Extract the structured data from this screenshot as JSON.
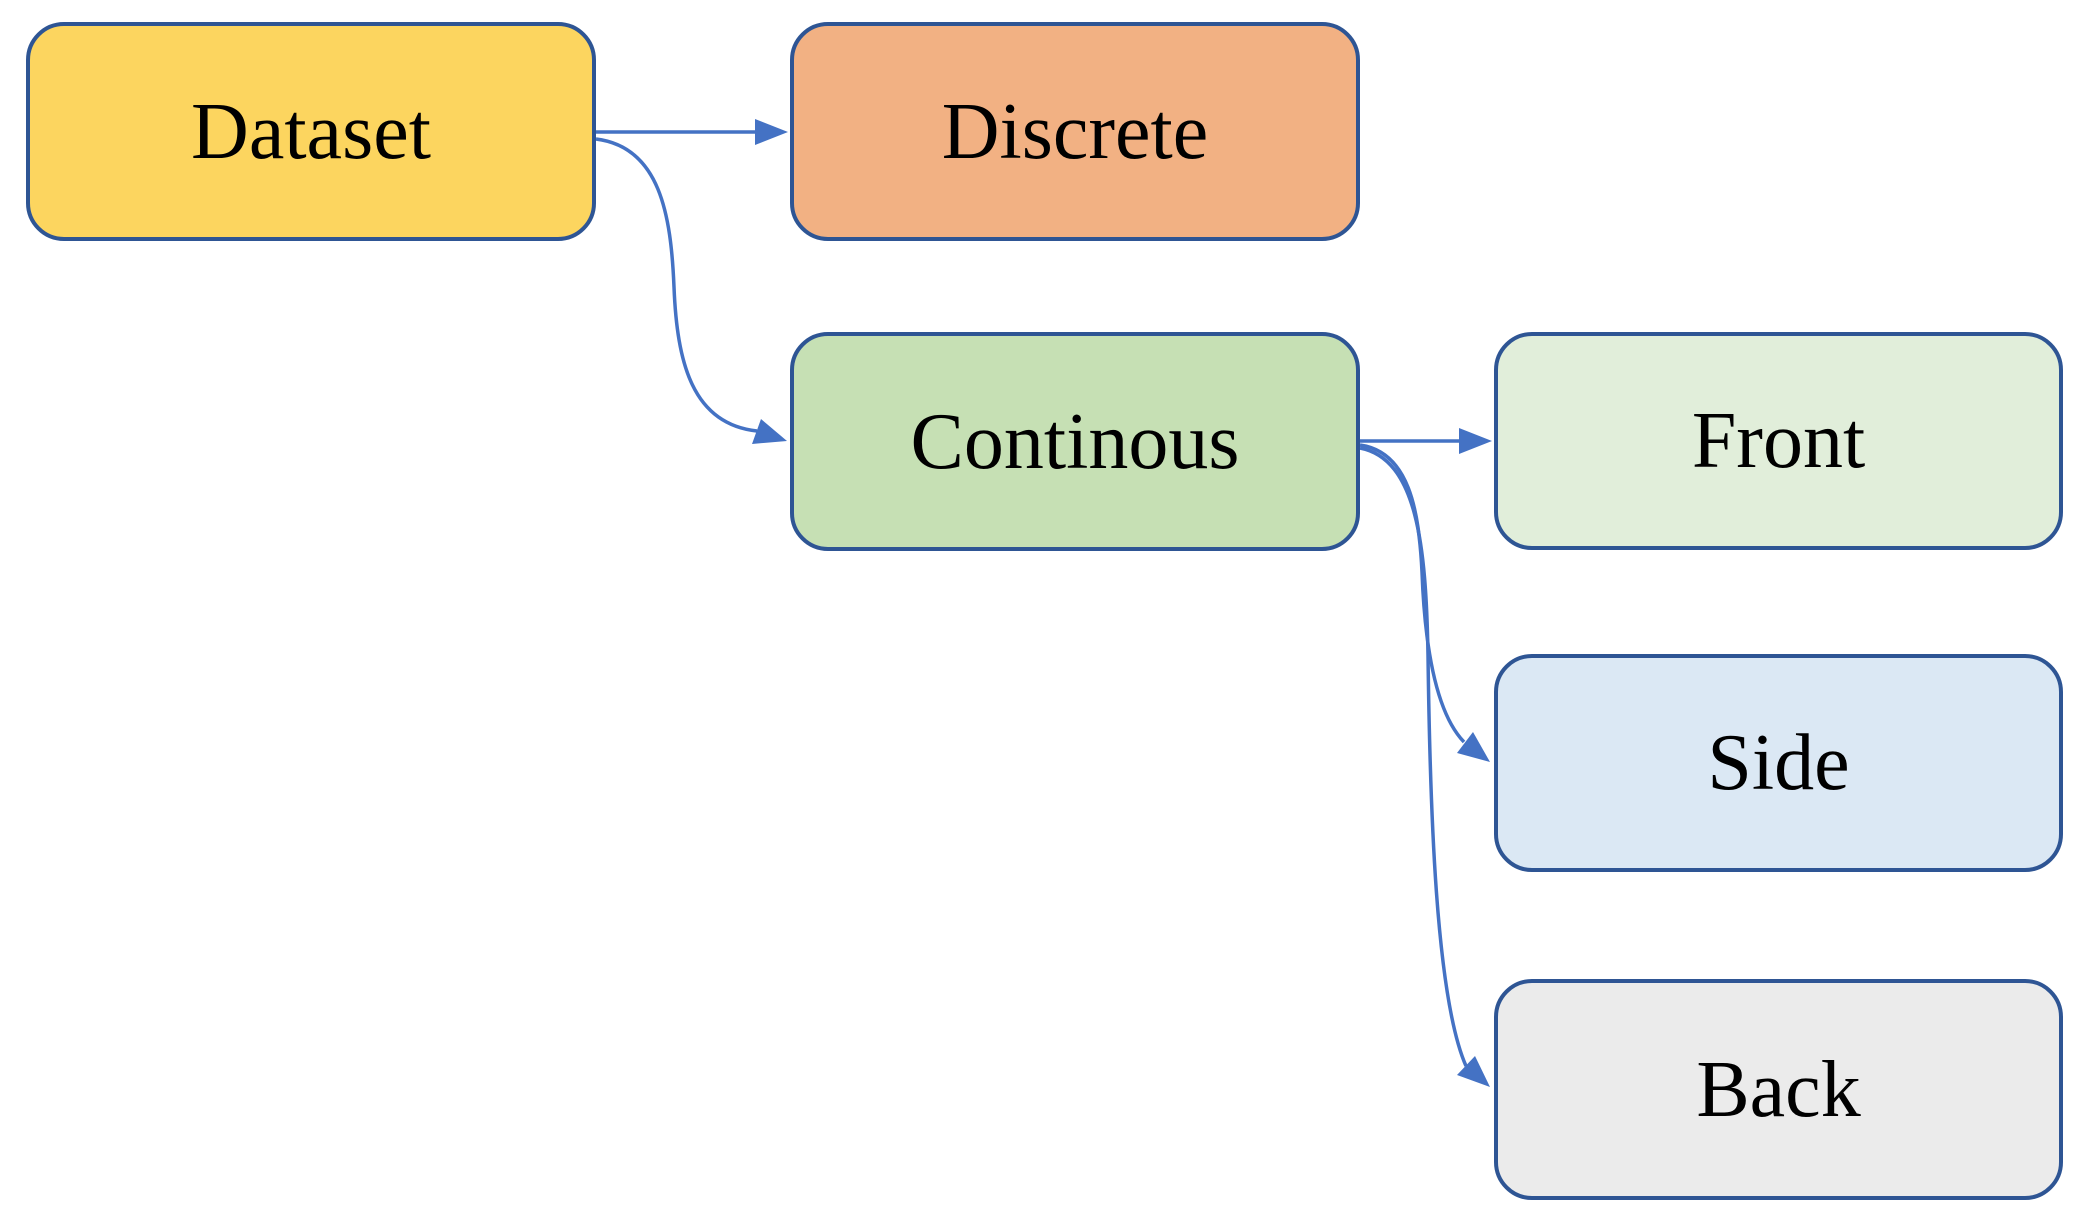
{
  "colors": {
    "background": "#ffffff",
    "node_border": "#2e5594",
    "connector": "#4472c4",
    "label_text": "#000000"
  },
  "nodes": [
    {
      "id": "dataset",
      "label": "Dataset",
      "fill": "#fcd55f"
    },
    {
      "id": "discrete",
      "label": "Discrete",
      "fill": "#f2b183"
    },
    {
      "id": "continous",
      "label": "Continous",
      "fill": "#c6e0b4"
    },
    {
      "id": "front",
      "label": "Front",
      "fill": "#e1eeda"
    },
    {
      "id": "side",
      "label": "Side",
      "fill": "#dbe8f4"
    },
    {
      "id": "back",
      "label": "Back",
      "fill": "#ebebeb"
    }
  ],
  "edges": [
    {
      "from": "Dataset",
      "to": "Discrete"
    },
    {
      "from": "Dataset",
      "to": "Continous"
    },
    {
      "from": "Continous",
      "to": "Front"
    },
    {
      "from": "Continous",
      "to": "Side"
    },
    {
      "from": "Continous",
      "to": "Back"
    }
  ]
}
